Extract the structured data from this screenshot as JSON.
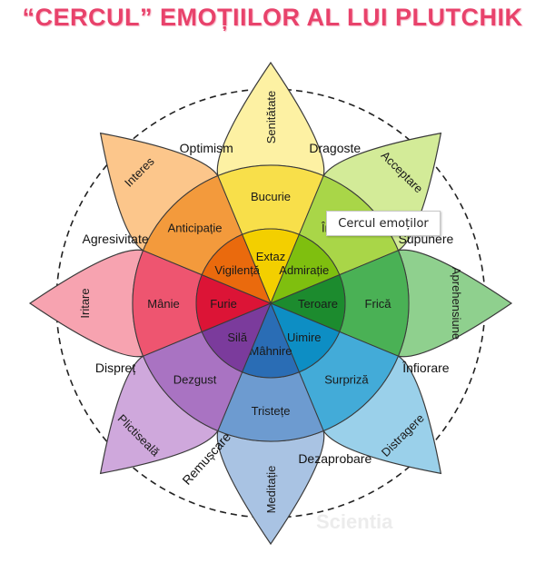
{
  "title": "“CERCUL” EMOȚIILOR AL LUI PLUTCHIK",
  "tooltip": "Cercul emoților",
  "watermark": "Scientia",
  "petals": [
    {
      "id": "joy",
      "inner": "Extaz",
      "middle": "Bucurie",
      "outer": "Senitătate",
      "colors": [
        "#f3cf00",
        "#f8df4a",
        "#fdf1a3"
      ]
    },
    {
      "id": "trust",
      "inner": "Admirație",
      "middle": "Încredere",
      "outer": "Acceptare",
      "colors": [
        "#7fbf0f",
        "#a9d648",
        "#d3eb98"
      ]
    },
    {
      "id": "fear",
      "inner": "Teroare",
      "middle": "Frică",
      "outer": "Aprehensiune",
      "colors": [
        "#1c8b2e",
        "#4ab155",
        "#8fd08e"
      ]
    },
    {
      "id": "surprise",
      "inner": "Uimire",
      "middle": "Surpriză",
      "outer": "Distragere",
      "colors": [
        "#0d8ec4",
        "#43abd8",
        "#9ad0ea"
      ]
    },
    {
      "id": "sadness",
      "inner": "Mâhnire",
      "middle": "Tristețe",
      "outer": "Meditație",
      "colors": [
        "#2a6db5",
        "#6d9bd0",
        "#a9c3e3"
      ]
    },
    {
      "id": "disgust",
      "inner": "Silă",
      "middle": "Dezgust",
      "outer": "Plictiseală",
      "colors": [
        "#7b3b9c",
        "#a973c2",
        "#cfa8dc"
      ]
    },
    {
      "id": "anger",
      "inner": "Furie",
      "middle": "Mânie",
      "outer": "Iritare",
      "colors": [
        "#dc1436",
        "#ee5570",
        "#f7a3b0"
      ]
    },
    {
      "id": "anticipation",
      "inner": "Vigilență",
      "middle": "Anticipație",
      "outer": "Interes",
      "colors": [
        "#ea6a0d",
        "#f39a3c",
        "#fcc68b"
      ]
    }
  ],
  "dyads": [
    "Dragoste",
    "Supunere",
    "Înfiorare",
    "Dezaprobare",
    "Remușcare",
    "Dispreț",
    "Agresivitate",
    "Optimism"
  ]
}
